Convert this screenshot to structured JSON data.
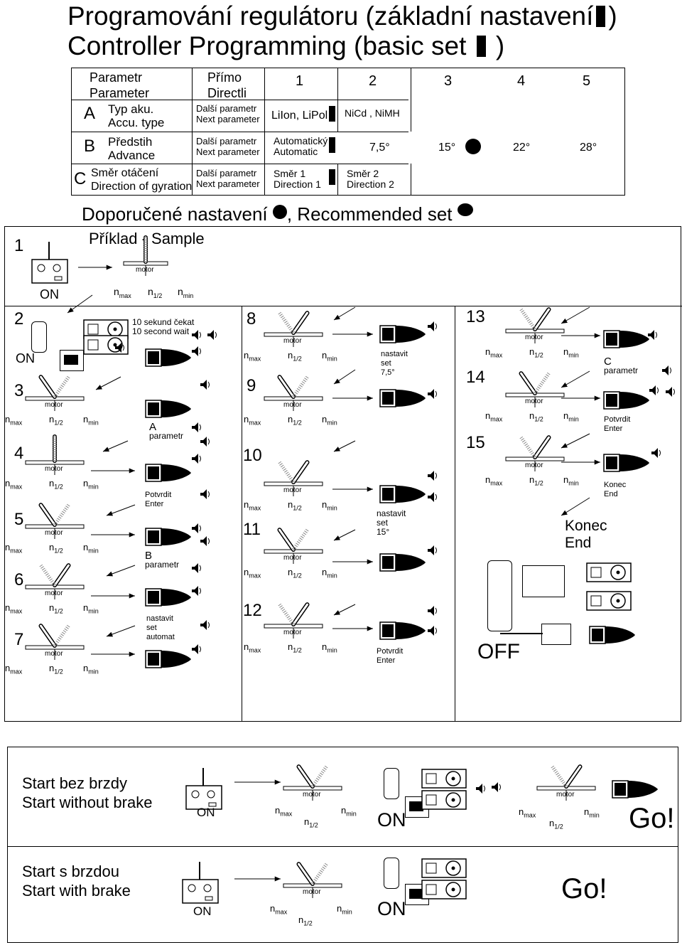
{
  "title": {
    "cz_text": "Programování regulátoru (základní nastavení",
    "cz_end": ")",
    "en_text": "Controller Programming (basic set",
    "en_end": ")"
  },
  "table": {
    "header_param_cz": "Parametr",
    "header_param_en": "Parameter",
    "header_direct_cz": "Přímo",
    "header_direct_en": "Directli",
    "cols": [
      "1",
      "2",
      "3",
      "4",
      "5"
    ],
    "next_cz": "Další parametr",
    "next_en": "Next parameter",
    "rows": [
      {
        "letter": "A",
        "cz": "Typ aku.",
        "en": "Accu. type",
        "v1": "LiIon, LiPol",
        "v2": "NiCd , NiMH"
      },
      {
        "letter": "B",
        "cz": "Předstih",
        "en": "Advance",
        "v1a": "Automatický",
        "v1b": "Automatic",
        "v2": "7,5°",
        "v3": "15°",
        "v4": "22°",
        "v5": "28°"
      },
      {
        "letter": "C",
        "cz": "Směr otáčení",
        "en": "Direction of gyration",
        "v1a": "Směr 1",
        "v1b": "Direction 1",
        "v2a": "Směr 2",
        "v2b": "Direction 2"
      }
    ]
  },
  "recommended": {
    "cz": "Doporučené nastavení",
    "en": ", Recommended set"
  },
  "sample": "Příklad - Sample",
  "labels": {
    "on": "ON",
    "off": "OFF",
    "motor": "motor",
    "nmax": "n",
    "nmax_sub": "max",
    "nhalf": "n",
    "nhalf_sub": "1/2",
    "nmin": "n",
    "nmin_sub": "min",
    "wait_cz": "10 sekund čekat",
    "wait_en": "10 second wait",
    "param_a": "A",
    "param_b": "B",
    "param_c": "C",
    "parametr": "parametr",
    "confirm_cz": "Potvrdit",
    "confirm_en": "Enter",
    "set_cz": "nastavit",
    "set_en": "set",
    "automat": "automat",
    "set_75": "7,5°",
    "set_15": "15°",
    "end_cz": "Konec",
    "end_en": "End"
  },
  "steps": [
    "1",
    "2",
    "3",
    "4",
    "5",
    "6",
    "7",
    "8",
    "9",
    "10",
    "11",
    "12",
    "13",
    "14",
    "15"
  ],
  "start": {
    "no_brake_cz": "Start bez  brzdy",
    "no_brake_en": "Start without brake",
    "brake_cz": "Start s  brzdou",
    "brake_en": "Start with brake",
    "go": "Go!"
  }
}
